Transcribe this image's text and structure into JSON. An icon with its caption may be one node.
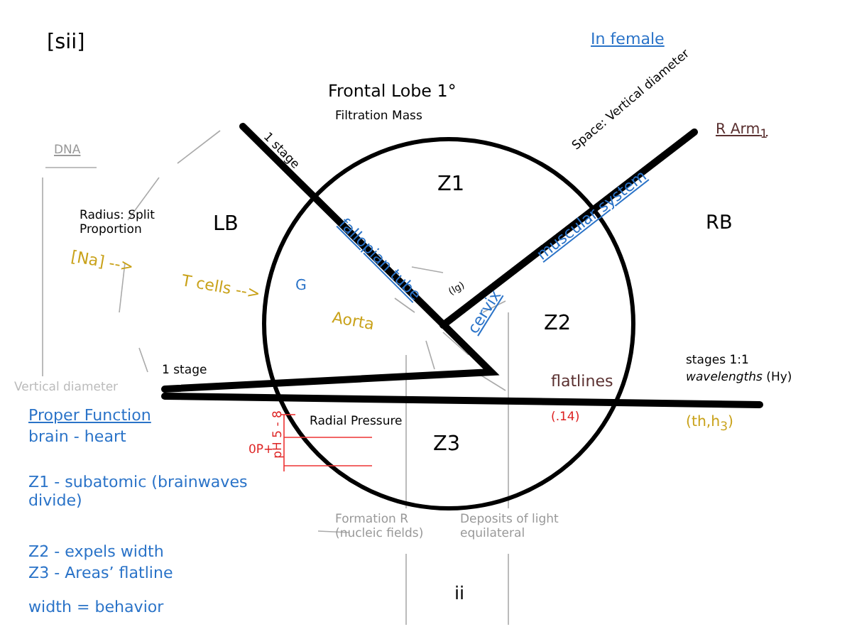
{
  "diagram": {
    "labels": [
      "[sii]",
      "In female",
      "Frontal Lobe 1°",
      "Filtration Mass",
      "R Arm$_{1}$",
      "1 stage",
      "Space: Vertical diameter",
      "DNA",
      "Z1",
      "fallopian tube",
      "muscular system",
      "Radius: Split Proportion",
      "LB",
      "RB",
      "[Na] -->",
      "T cells -->",
      "G",
      "(lg)",
      "Aorta",
      "Z2",
      "cervix",
      "1 stage",
      "stages 1:1",
      "*wavelengths* (Hy)",
      "Vertical diameter",
      "flatlines",
      "Proper Function",
      "brain - heart",
      "(.14)",
      "(th,h$_{3}$)",
      "Radial Pressure",
      "0P+",
      "pH 5 - 8",
      "Z3",
      "Z1 - subatomic (brainwaves divide)",
      "Formation R (nucleic fields)",
      "Deposits of light equilateral",
      "Z2 - expels width",
      "Z3 - Areas’ flatline",
      "width = behavior",
      "ii"
    ]
  }
}
